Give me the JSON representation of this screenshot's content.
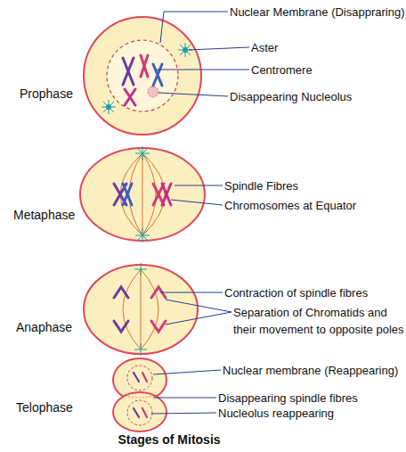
{
  "diagram": {
    "caption": "Stages of Mitosis",
    "labels": [
      "Prophase",
      "Nuclear Membrane (Disappraring)",
      "Aster",
      "Centromere",
      "Disappearing Nucleolus",
      "Metaphase",
      "Spindle Fibres",
      "Chromosomes at Equator",
      "Anaphase",
      "Contraction of spindle fibres",
      "Separation of Chromatids and their movement to opposite poles",
      "Telophase",
      "Nuclear membrane (Reappearing)",
      "Disappearing spindle fibres",
      "Nucleolus reappearing"
    ]
  }
}
